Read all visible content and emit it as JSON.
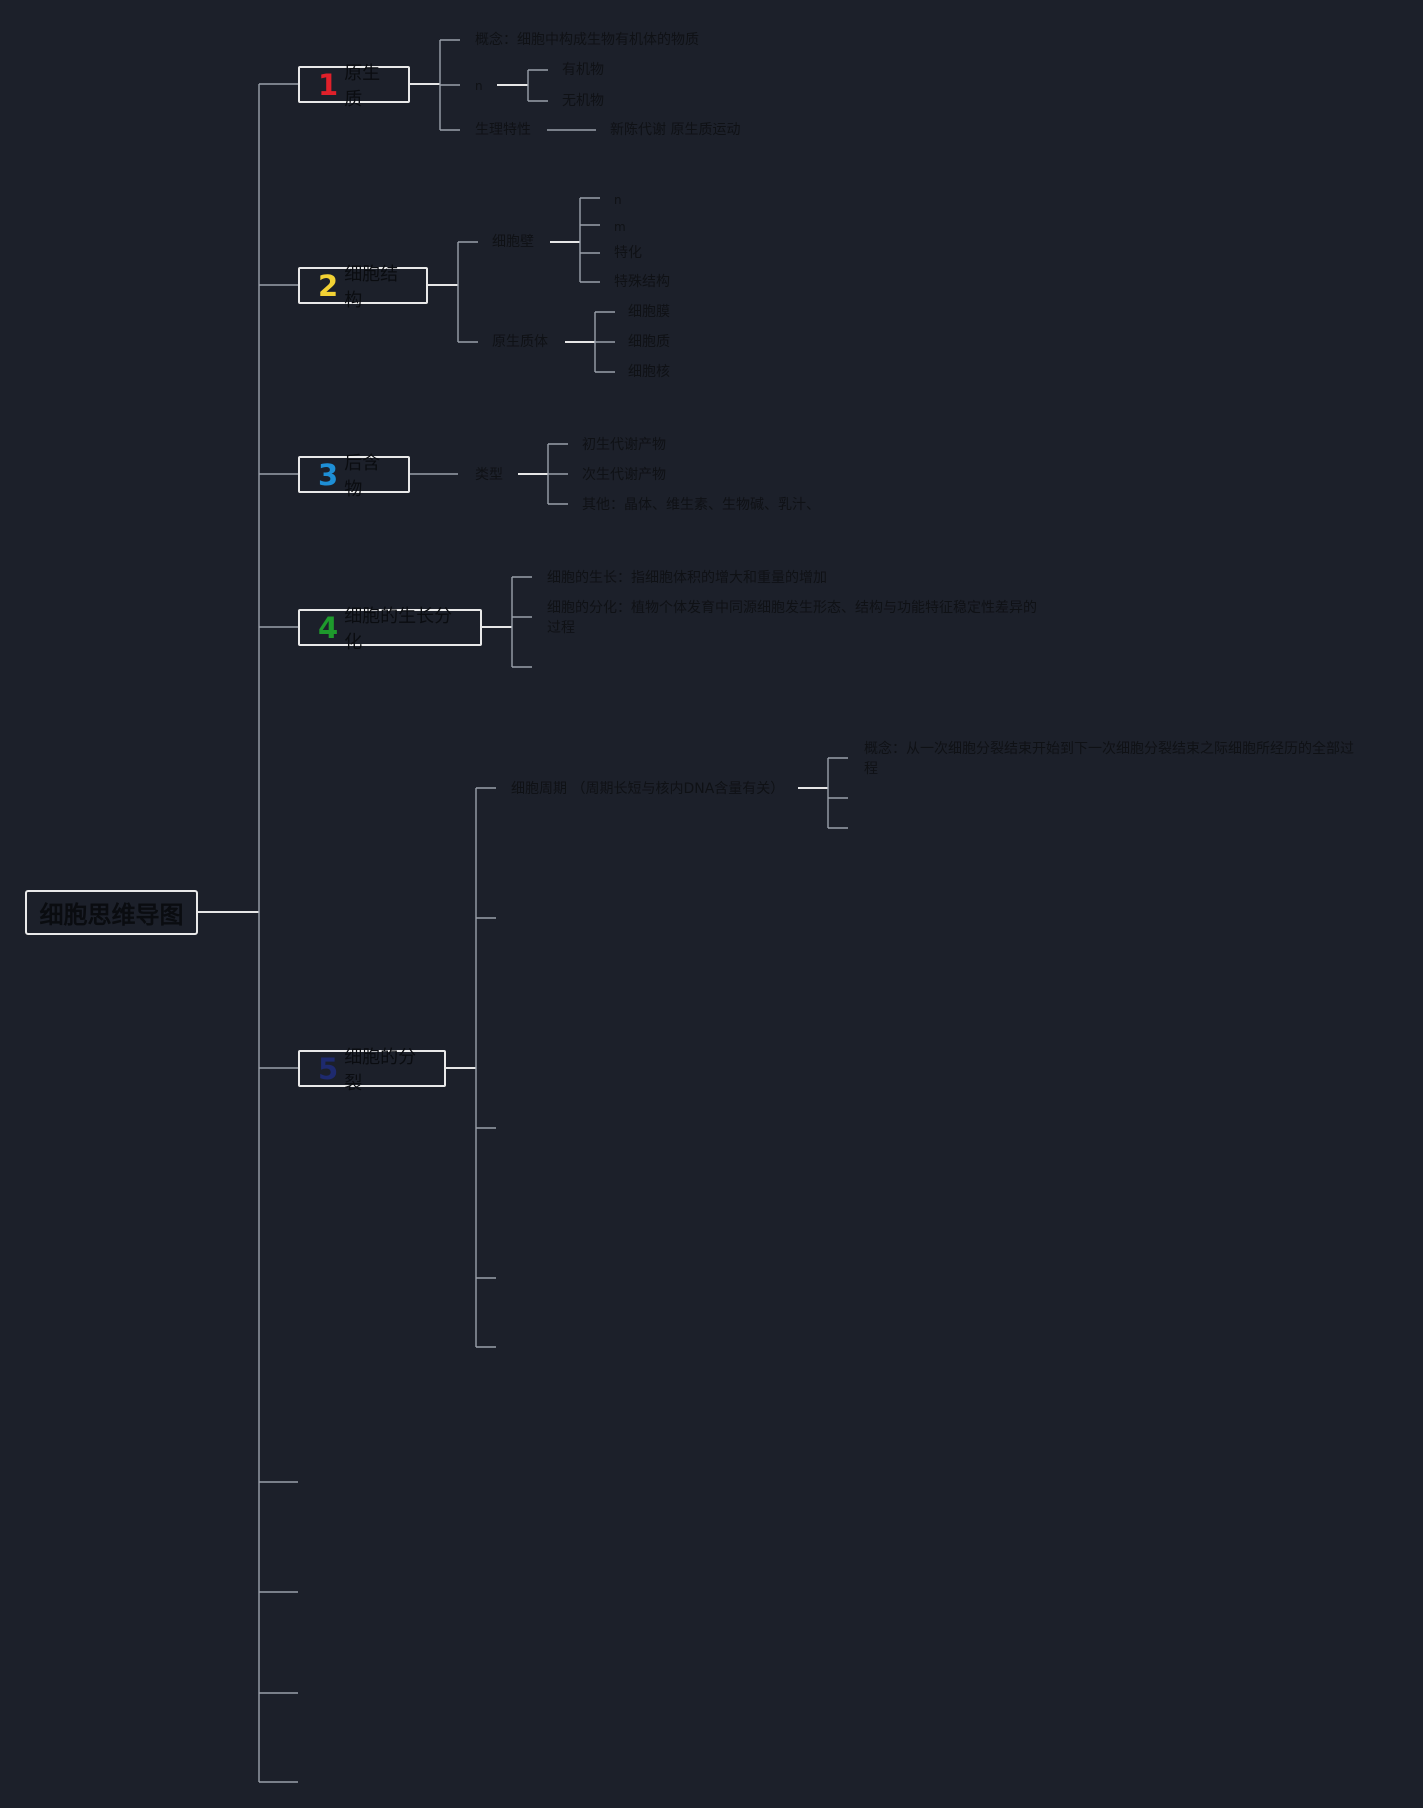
{
  "root": {
    "label": "细胞思维导图"
  },
  "branches": [
    {
      "num": "1",
      "num_color": "#e0202a",
      "label": "原生质",
      "items": {
        "concept": "概念：细胞中构成生物有机体的物质",
        "n": "n",
        "organic": "有机物",
        "inorganic": "无机物",
        "physio": "生理特性",
        "physio_detail": "新陈代谢 原生质运动"
      }
    },
    {
      "num": "2",
      "num_color": "#f2d234",
      "label": "细胞结构",
      "items": {
        "wall": "细胞壁",
        "wall_n": "n",
        "wall_m": "m",
        "wall_special": "特化",
        "wall_structure": "特殊结构",
        "protoplast": "原生质体",
        "membrane": "细胞膜",
        "cytoplasm": "细胞质",
        "nucleus": "细胞核"
      }
    },
    {
      "num": "3",
      "num_color": "#1e8fd6",
      "label": "后含物",
      "items": {
        "type": "类型",
        "primary": "初生代谢产物",
        "secondary": "次生代谢产物",
        "other": "其他：晶体、维生素、生物碱、乳汁、"
      }
    },
    {
      "num": "4",
      "num_color": "#1e9a2c",
      "label": "细胞的生长分化",
      "items": {
        "growth": "细胞的生长：指细胞体积的增大和重量的增加",
        "diff": "细胞的分化：植物个体发育中同源细胞发生形态、结构与功能特征稳定性差异的过程"
      }
    },
    {
      "num": "5",
      "num_color": "#1e2a6e",
      "label": "细胞的分裂",
      "items": {
        "cycle": "细胞周期 （周期长短与核内DNA含量有关）",
        "cycle_concept": "概念：从一次细胞分裂结束开始到下一次细胞分裂结束之际细胞所经历的全部过程"
      }
    }
  ]
}
